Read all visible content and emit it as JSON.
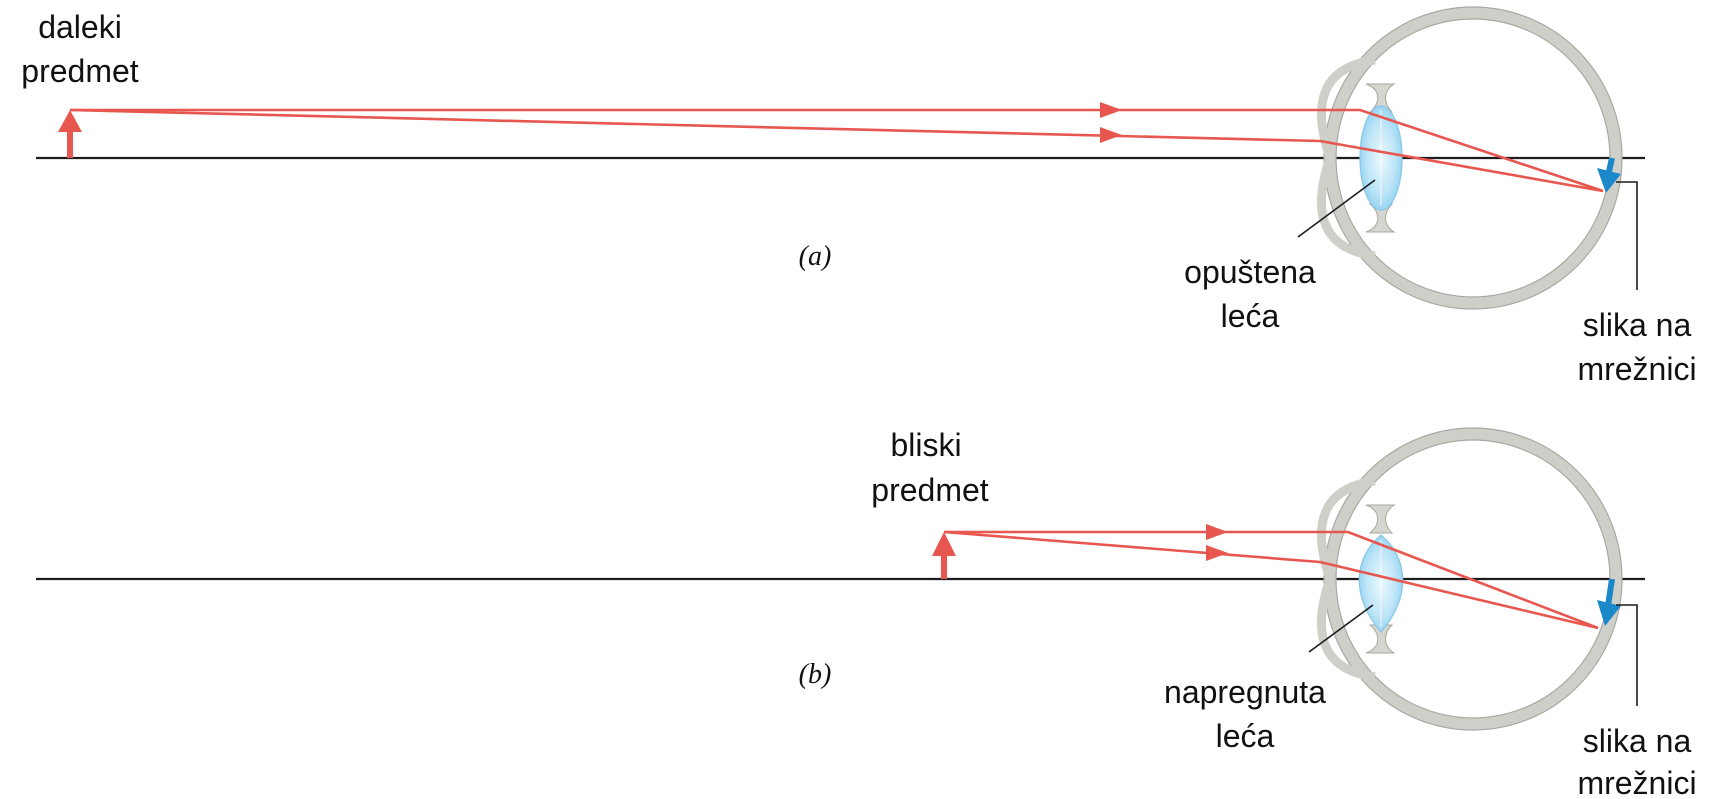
{
  "panel_a": {
    "object_label_line1": "daleki",
    "object_label_line2": "predmet",
    "caption": "(a)",
    "lens_label_line1": "opuštena",
    "lens_label_line2": "leća",
    "image_label_line1": "slika na",
    "image_label_line2": "mrežnici"
  },
  "panel_b": {
    "object_label_line1": "bliski",
    "object_label_line2": "predmet",
    "caption": "(b)",
    "lens_label_line1": "napregnuta",
    "lens_label_line2": "leća",
    "image_label_line1": "slika na",
    "image_label_line2": "mrežnici"
  },
  "colors": {
    "ray": "#e8574f",
    "retinal_image": "#1a88c9",
    "lens": "#bfe6f8",
    "eye_wall": "#cfcfca",
    "axis": "#1c1c1c"
  }
}
